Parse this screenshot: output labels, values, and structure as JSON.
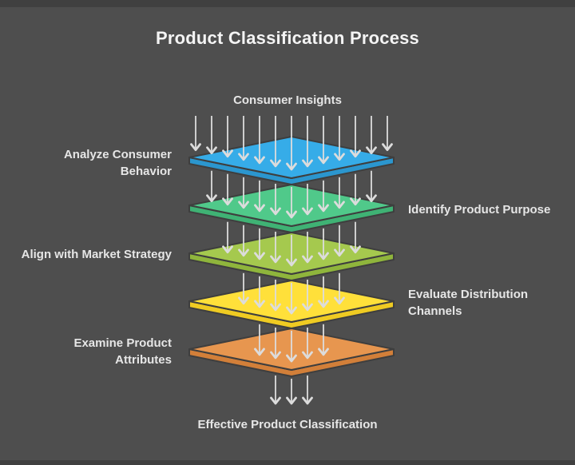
{
  "title": "Product Classification Process",
  "diagram": {
    "input_label": "Consumer Insights",
    "output_label": "Effective Product Classification",
    "layers": [
      {
        "label": "Analyze Consumer Behavior",
        "label_side": "left",
        "face_color": "#36ACE8",
        "side_color": "#2B96CE"
      },
      {
        "label": "Identify Product Purpose",
        "label_side": "right",
        "face_color": "#50C98A",
        "side_color": "#3FB274"
      },
      {
        "label": "Align with Market Strategy",
        "label_side": "left",
        "face_color": "#A5C94E",
        "side_color": "#8FB53C"
      },
      {
        "label": "Evaluate Distribution Channels",
        "label_side": "right",
        "face_color": "#FFE03A",
        "side_color": "#EFCB22"
      },
      {
        "label": "Examine Product Attributes",
        "label_side": "left",
        "face_color": "#E7964F",
        "side_color": "#D27F39"
      }
    ],
    "colors": {
      "background": "#4E4E4E",
      "edge_strip": "#404040",
      "arrow": "#DCDCDC",
      "outline": "#3E3E3E",
      "label_text": "#E6E6E6",
      "title_text": "#F4F4F4"
    }
  }
}
